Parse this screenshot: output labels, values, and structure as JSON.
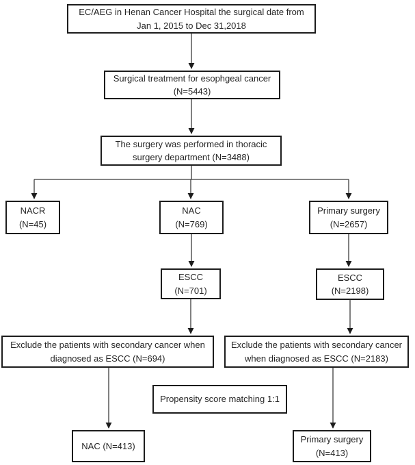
{
  "diagram_type": "patient-selection-flowchart",
  "colors": {
    "background": "#ffffff",
    "box_border": "#1c1c1c",
    "text": "#262626",
    "line": "#3b3b3b",
    "arrowhead": "#1c1c1c"
  },
  "nodes": {
    "eligibility": {
      "text": "EC/AEG in Henan Cancer Hospital the surgical date from Jan 1, 2015 to Dec 31,2018"
    },
    "surgical": {
      "label": "Surgical treatment for esophgeal cancer",
      "count": "(N=5443)"
    },
    "thoracic": {
      "text": "The surgery was performed in thoracic surgery department (N=3488)"
    },
    "nacr": {
      "label": "NACR",
      "count": "(N=45)"
    },
    "nac": {
      "label": "NAC",
      "count": "(N=769)"
    },
    "primary": {
      "label": "Primary surgery",
      "count": "(N=2657)"
    },
    "escc_nac": {
      "label": "ESCC",
      "count": "(N=701)"
    },
    "escc_primary": {
      "label": "ESCC",
      "count": "(N=2198)"
    },
    "exclude_nac": {
      "text": "Exclude the patients with secondary cancer when diagnosed as ESCC (N=694)"
    },
    "exclude_primary": {
      "text": "Exclude the patients with secondary cancer when diagnosed as ESCC (N=2183)"
    },
    "psm": {
      "text": "Propensity score matching 1:1"
    },
    "nac_final": {
      "text": "NAC (N=413)"
    },
    "primary_final": {
      "label": "Primary surgery",
      "count": "(N=413)"
    }
  }
}
